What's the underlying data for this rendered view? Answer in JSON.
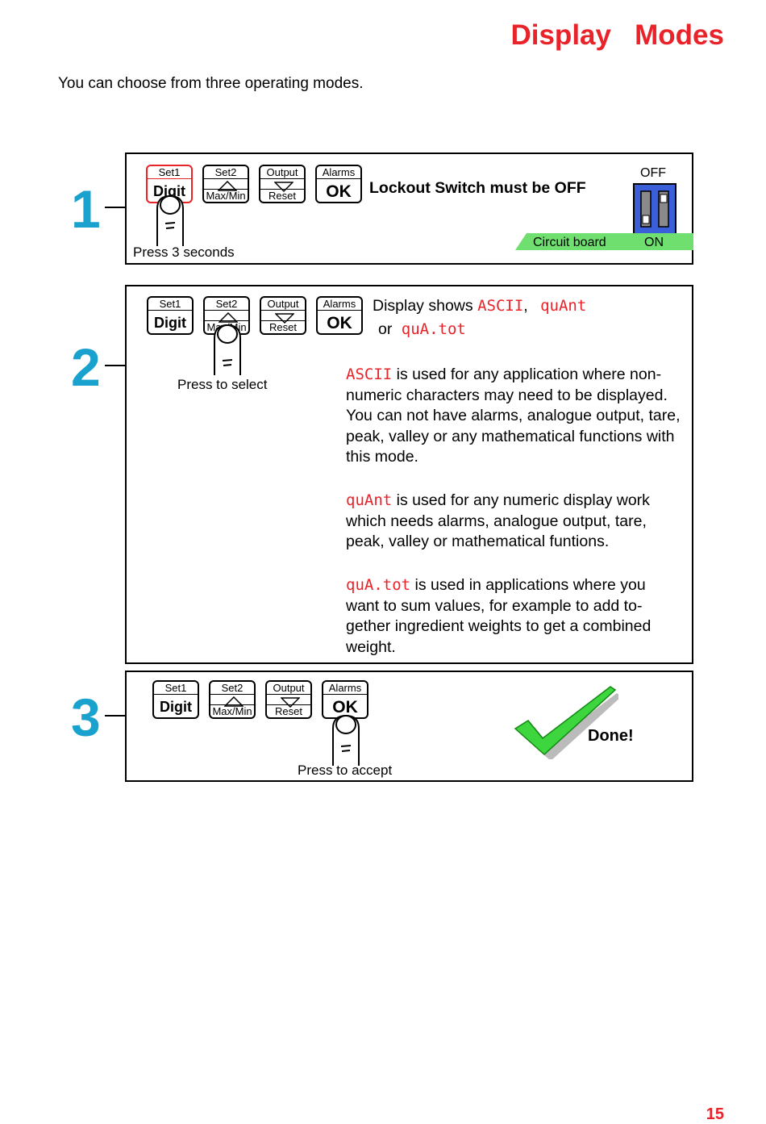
{
  "page": {
    "title": "Display   Modes",
    "intro": "You can choose from three operating modes.",
    "page_number": "15"
  },
  "buttons": {
    "set1": "Set1",
    "digit": "Digit",
    "set2": "Set2",
    "maxmin": "Max/Min",
    "output": "Output",
    "reset": "Reset",
    "alarms": "Alarms",
    "ok": "OK"
  },
  "step1": {
    "number": "1",
    "lockout_text": "Lockout Switch must be OFF",
    "press_caption": "Press 3 seconds",
    "switch_off_label": "OFF",
    "switch_on_label": "ON",
    "circuit_board_label": "Circuit board"
  },
  "step2": {
    "number": "2",
    "press_caption": "Press to select",
    "display_shows": "Display shows",
    "comma": ",",
    "or": "or",
    "mode_ascii": "ASCII",
    "mode_quant": "quAnt",
    "mode_quatot": "quA.tot",
    "para1": "is used for any application where non-numeric characters may need to be displayed. You can not have alarms, analogue output, tare, peak, valley or any mathematical functions with this mode.",
    "para2": "is used for any numeric display work which needs alarms, analogue output, tare, peak, valley or mathematical funtions.",
    "para3": "is used  in applications where you want to sum values, for example to add to-gether ingredient weights to get a combined weight."
  },
  "step3": {
    "number": "3",
    "press_caption": "Press to accept",
    "done": "Done!"
  },
  "colors": {
    "title_red": "#e8232a",
    "step_blue": "#1aa2cf",
    "switch_blue": "#3b5fd9",
    "board_green": "#6fe06f",
    "check_green": "#3ed63e"
  }
}
